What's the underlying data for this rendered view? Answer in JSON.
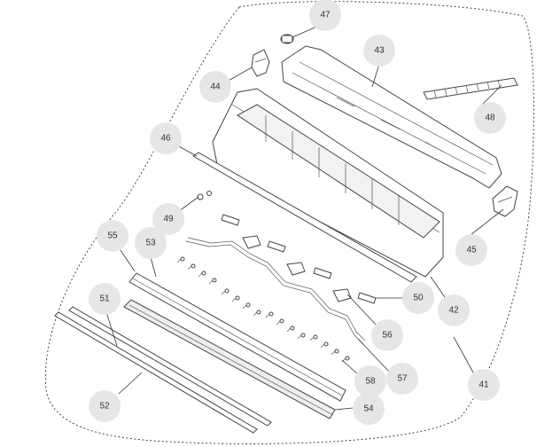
{
  "diagram": {
    "callouts": [
      {
        "id": "c41",
        "label": "41"
      },
      {
        "id": "c42",
        "label": "42"
      },
      {
        "id": "c43",
        "label": "43"
      },
      {
        "id": "c44",
        "label": "44"
      },
      {
        "id": "c45",
        "label": "45"
      },
      {
        "id": "c46",
        "label": "46"
      },
      {
        "id": "c47",
        "label": "47"
      },
      {
        "id": "c48",
        "label": "48"
      },
      {
        "id": "c49",
        "label": "49"
      },
      {
        "id": "c50",
        "label": "50"
      },
      {
        "id": "c51",
        "label": "51"
      },
      {
        "id": "c52",
        "label": "52"
      },
      {
        "id": "c53",
        "label": "53"
      },
      {
        "id": "c54",
        "label": "54"
      },
      {
        "id": "c55",
        "label": "55"
      },
      {
        "id": "c56",
        "label": "56"
      },
      {
        "id": "c57",
        "label": "57"
      },
      {
        "id": "c58",
        "label": "58"
      }
    ]
  }
}
